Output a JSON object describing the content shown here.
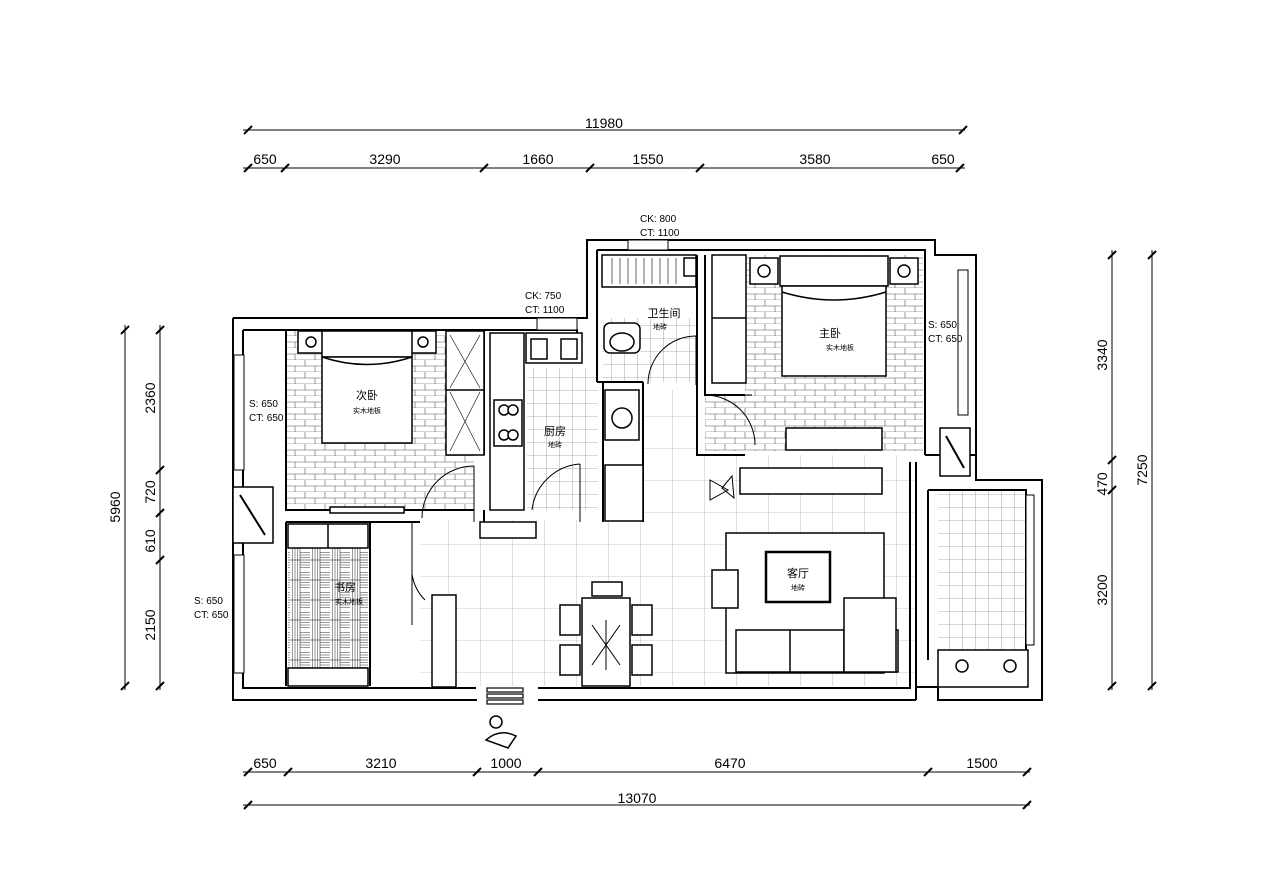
{
  "dimensions": {
    "top_total": "11980",
    "top_segments": [
      "650",
      "3290",
      "1660",
      "1550",
      "3580",
      "650"
    ],
    "bottom_total": "13070",
    "bottom_segments": [
      "650",
      "3210",
      "1000",
      "6470",
      "1500"
    ],
    "left_total": "5960",
    "left_segments": [
      "2360",
      "720",
      "610",
      "2150"
    ],
    "right_total": "7250",
    "right_segments": [
      "3340",
      "470",
      "3200"
    ]
  },
  "window_labels": {
    "bath_window": [
      "CK: 800",
      "CT: 1100"
    ],
    "kitchen_window": [
      "CK: 750",
      "CT: 1100"
    ],
    "master_window": [
      "S: 650",
      "CT: 650"
    ],
    "second_window": [
      "S: 650",
      "CT: 650"
    ],
    "study_window": [
      "S: 650",
      "CT: 650"
    ]
  },
  "rooms": {
    "second_bedroom": {
      "name": "次卧",
      "floor": "实木地板"
    },
    "kitchen": {
      "name": "厨房",
      "floor": "地砖"
    },
    "bathroom": {
      "name": "卫生间",
      "floor": "地砖"
    },
    "master_bedroom": {
      "name": "主卧",
      "floor": "实木地板"
    },
    "study": {
      "name": "书房",
      "floor": "实木地板"
    },
    "living_room": {
      "name": "客厅",
      "floor": "地砖"
    }
  }
}
